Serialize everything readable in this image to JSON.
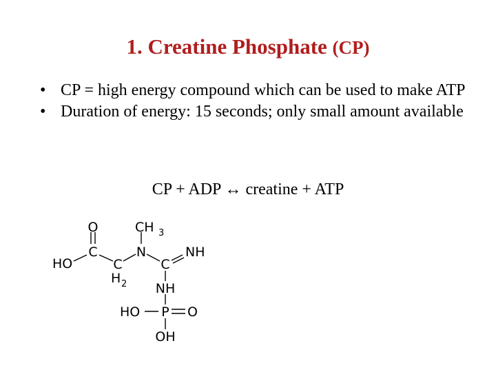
{
  "slide": {
    "title_main": "1. Creatine Phosphate",
    "title_suffix": "(CP)",
    "bullet_char": "•",
    "bullets": [
      {
        "text": "CP = high energy compound which can be used to make ATP"
      },
      {
        "text": "Duration of energy: 15 seconds; only small amount available"
      }
    ],
    "equation": "CP + ADP  ↔ creatine + ATP",
    "structure": {
      "atom_o_top": "O",
      "atom_ch": "CH",
      "atom_ch_sub": "3",
      "atom_ho_left": "HO",
      "atom_c_carboxyl": "C",
      "atom_c_methylene": "C",
      "atom_h": "H",
      "atom_h_sub": "2",
      "atom_n_center": "N",
      "atom_c_guanidino": "C",
      "atom_nh_top": "NH",
      "atom_nh_bottom": "NH",
      "atom_ho_p": "HO",
      "atom_p": "P",
      "atom_o_p": "O",
      "atom_oh_bottom": "OH"
    }
  }
}
